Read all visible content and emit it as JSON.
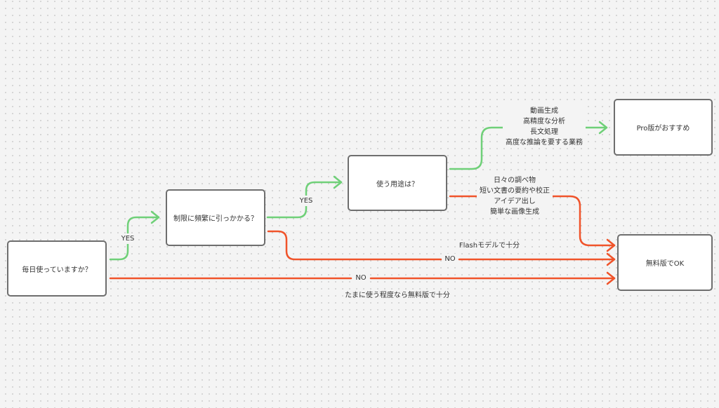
{
  "colors": {
    "yes": "#6fd078",
    "no": "#f0532a",
    "node_border": "#6e6e6e"
  },
  "nodes": {
    "daily": "毎日使っていますか？",
    "limit": "制限に頻繁に引っかかる？",
    "purpose": "使う用途は？",
    "pro": "Pro版がおすすめ",
    "free": "無料版でOK"
  },
  "edges": {
    "daily_yes": "YES",
    "limit_yes": "YES",
    "limit_no": "NO",
    "limit_no_note": "Flashモデルで十分",
    "daily_no": "NO",
    "daily_no_note": "たまに使う程度なら無料版で十分",
    "purpose_pro_items": [
      "動画生成",
      "高精度な分析",
      "長文処理",
      "高度な推論を要する業務"
    ],
    "purpose_free_items": [
      "日々の調べ物",
      "短い文書の要約や校正",
      "アイデア出し",
      "簡単な画像生成"
    ]
  }
}
